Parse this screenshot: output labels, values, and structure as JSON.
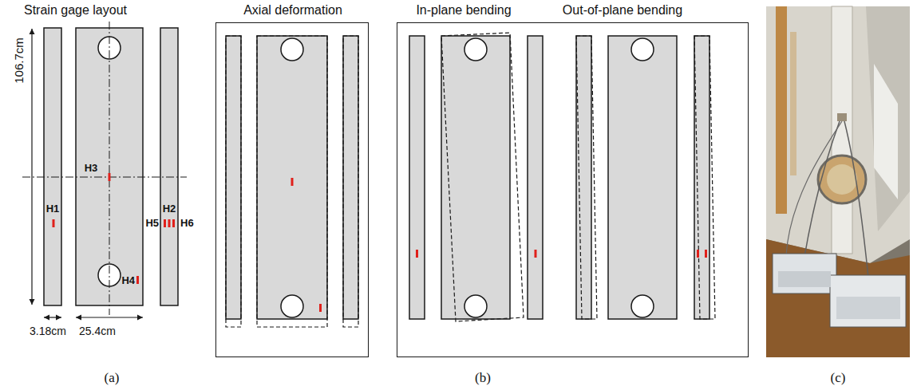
{
  "diagram": {
    "nodes": [
      {
        "text": [
          "Axial deformation"
        ]
      },
      {
        "text": [
          "In-plane bending",
          "Out-of-plane bending"
        ]
      }
    ],
    "edges": [],
    "labels": [
      "Strain gage layout",
      "106.7cm",
      "H3",
      "H1",
      "H2",
      "H5",
      "H6",
      "H4",
      "3.18cm",
      "25.4cm",
      "(a)",
      "(b)",
      "(c)"
    ]
  }
}
